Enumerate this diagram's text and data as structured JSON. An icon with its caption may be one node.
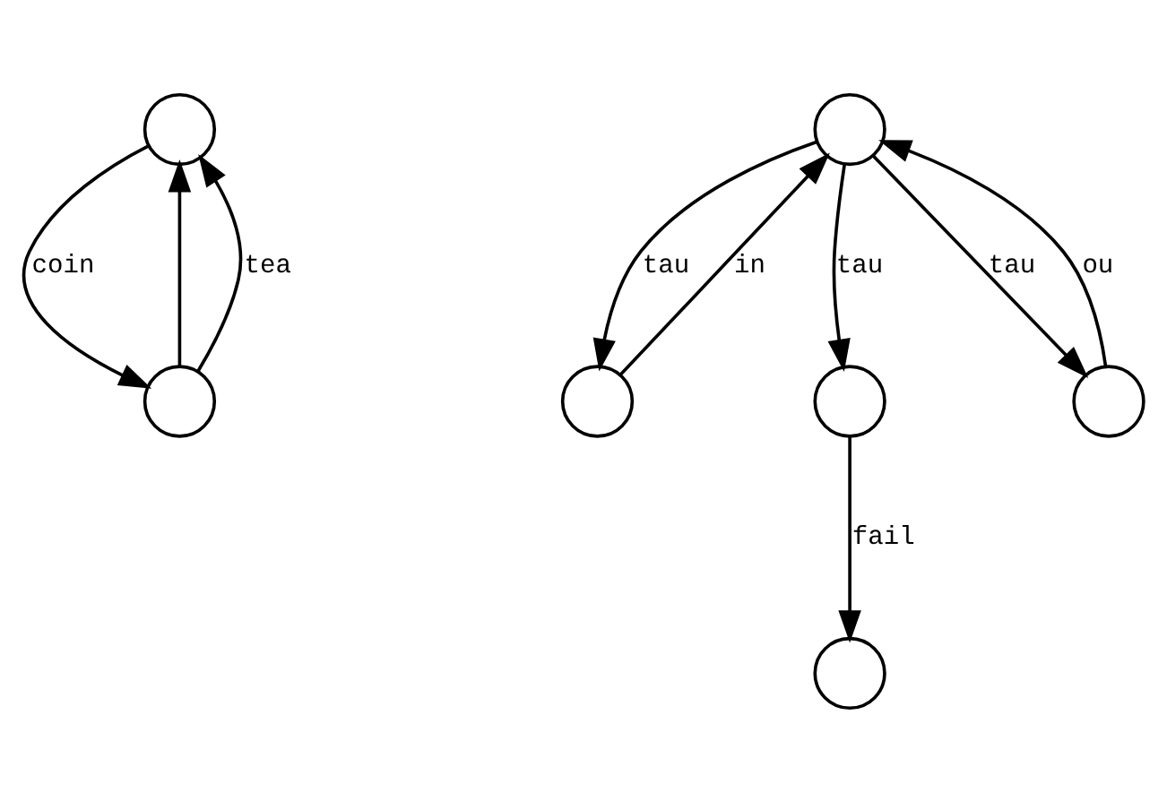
{
  "diagram": {
    "nodes": [
      {
        "text": [],
        "shape": "circle"
      },
      {
        "text": [],
        "shape": "circle"
      },
      {
        "text": [],
        "shape": "circle"
      },
      {
        "text": [],
        "shape": "circle"
      },
      {
        "text": [],
        "shape": "circle"
      },
      {
        "text": [],
        "shape": "circle"
      },
      {
        "text": [],
        "shape": "circle"
      }
    ],
    "edges": [
      {
        "from": 0,
        "to": 1,
        "arrow": "to",
        "label": "coin"
      },
      {
        "from": 1,
        "to": 0,
        "arrow": "to"
      },
      {
        "from": 1,
        "to": 0,
        "arrow": "to",
        "label": "tea"
      },
      {
        "from": 3,
        "to": 2,
        "arrow": "to",
        "label": "in"
      },
      {
        "from": 2,
        "to": 3,
        "arrow": "to",
        "label": "tau"
      },
      {
        "from": 2,
        "to": 4,
        "arrow": "to",
        "label": "tau"
      },
      {
        "from": 2,
        "to": 5,
        "arrow": "to",
        "label": "tau"
      },
      {
        "from": 5,
        "to": 2,
        "arrow": "to",
        "label": "ou"
      },
      {
        "from": 4,
        "to": 6,
        "arrow": "to",
        "label": "fail"
      }
    ]
  }
}
